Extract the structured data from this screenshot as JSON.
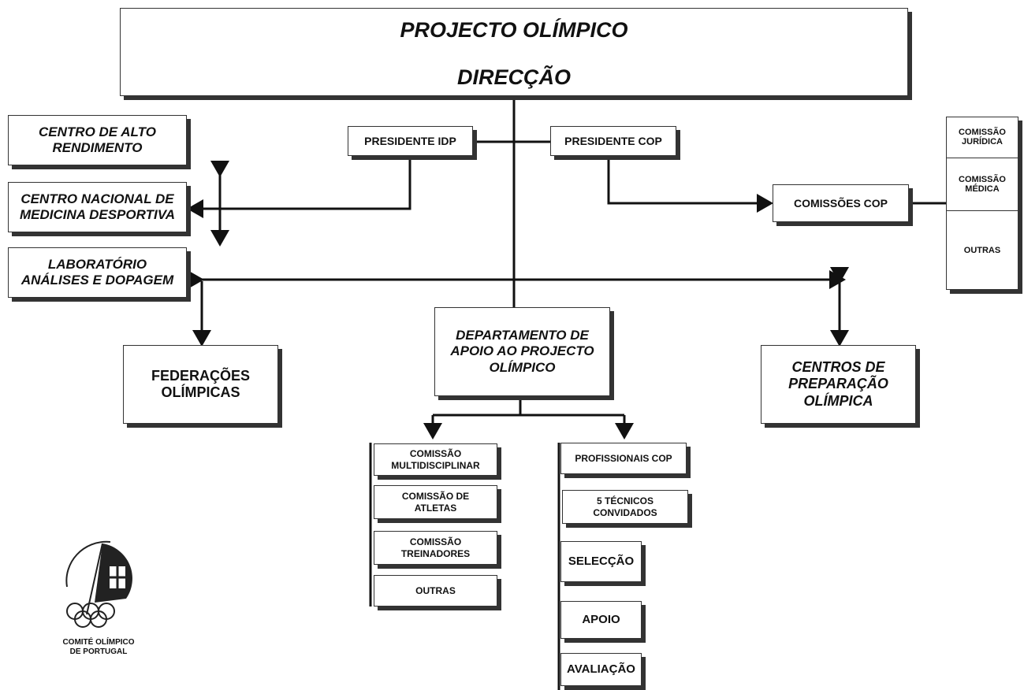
{
  "title": {
    "line1": "PROJECTO OLÍMPICO",
    "line2": "DIRECÇÃO"
  },
  "presidents": {
    "idp": "PRESIDENTE IDP",
    "cop": "PRESIDENTE COP"
  },
  "left_centers": [
    {
      "line1": "CENTRO DE ALTO",
      "line2": "RENDIMENTO"
    },
    {
      "line1": "CENTRO  NACIONAL DE",
      "line2": "MEDICINA  DESPORTIVA"
    },
    {
      "line1": "LABORATÓRIO",
      "line2": "ANÁLISES E  DOPAGEM"
    }
  ],
  "comissoes_cop": "COMISSÕES COP",
  "right_commissions": [
    {
      "line1": "COMISSÃO",
      "line2": "JURÍDICA"
    },
    {
      "line1": "COMISSÃO",
      "line2": "MÉDICA"
    },
    {
      "line1": "OUTRAS",
      "line2": ""
    }
  ],
  "federacoes": {
    "line1": "FEDERAÇÕES",
    "line2": "OLÍMPICAS"
  },
  "departamento": {
    "line1": "DEPARTAMENTO DE",
    "line2": "APOIO  AO PROJECTO",
    "line3": "OLÍMPICO"
  },
  "centros": {
    "line1": "CENTROS DE",
    "line2": "PREPARAÇÃO",
    "line3": "OLÍMPICA"
  },
  "left_sub": [
    {
      "line1": "COMISSÃO",
      "line2": "MULTIDISCIPLINAR"
    },
    {
      "line1": "COMISSÃO DE",
      "line2": "ATLETAS"
    },
    {
      "line1": "COMISSÃO",
      "line2": "TREINADORES"
    },
    {
      "line1": "OUTRAS",
      "line2": ""
    }
  ],
  "right_sub": {
    "profissionais": "PROFISSIONAIS COP",
    "tecnicos_line1": "5 TÉCNICOS",
    "tecnicos_line2": "CONVIDADOS",
    "seleccao": "SELECÇÃO",
    "apoio": "APOIO",
    "avaliacao": "AVALIAÇÃO"
  },
  "logo": {
    "line1": "COMITÉ OLÍMPICO",
    "line2": "DE PORTUGAL"
  }
}
